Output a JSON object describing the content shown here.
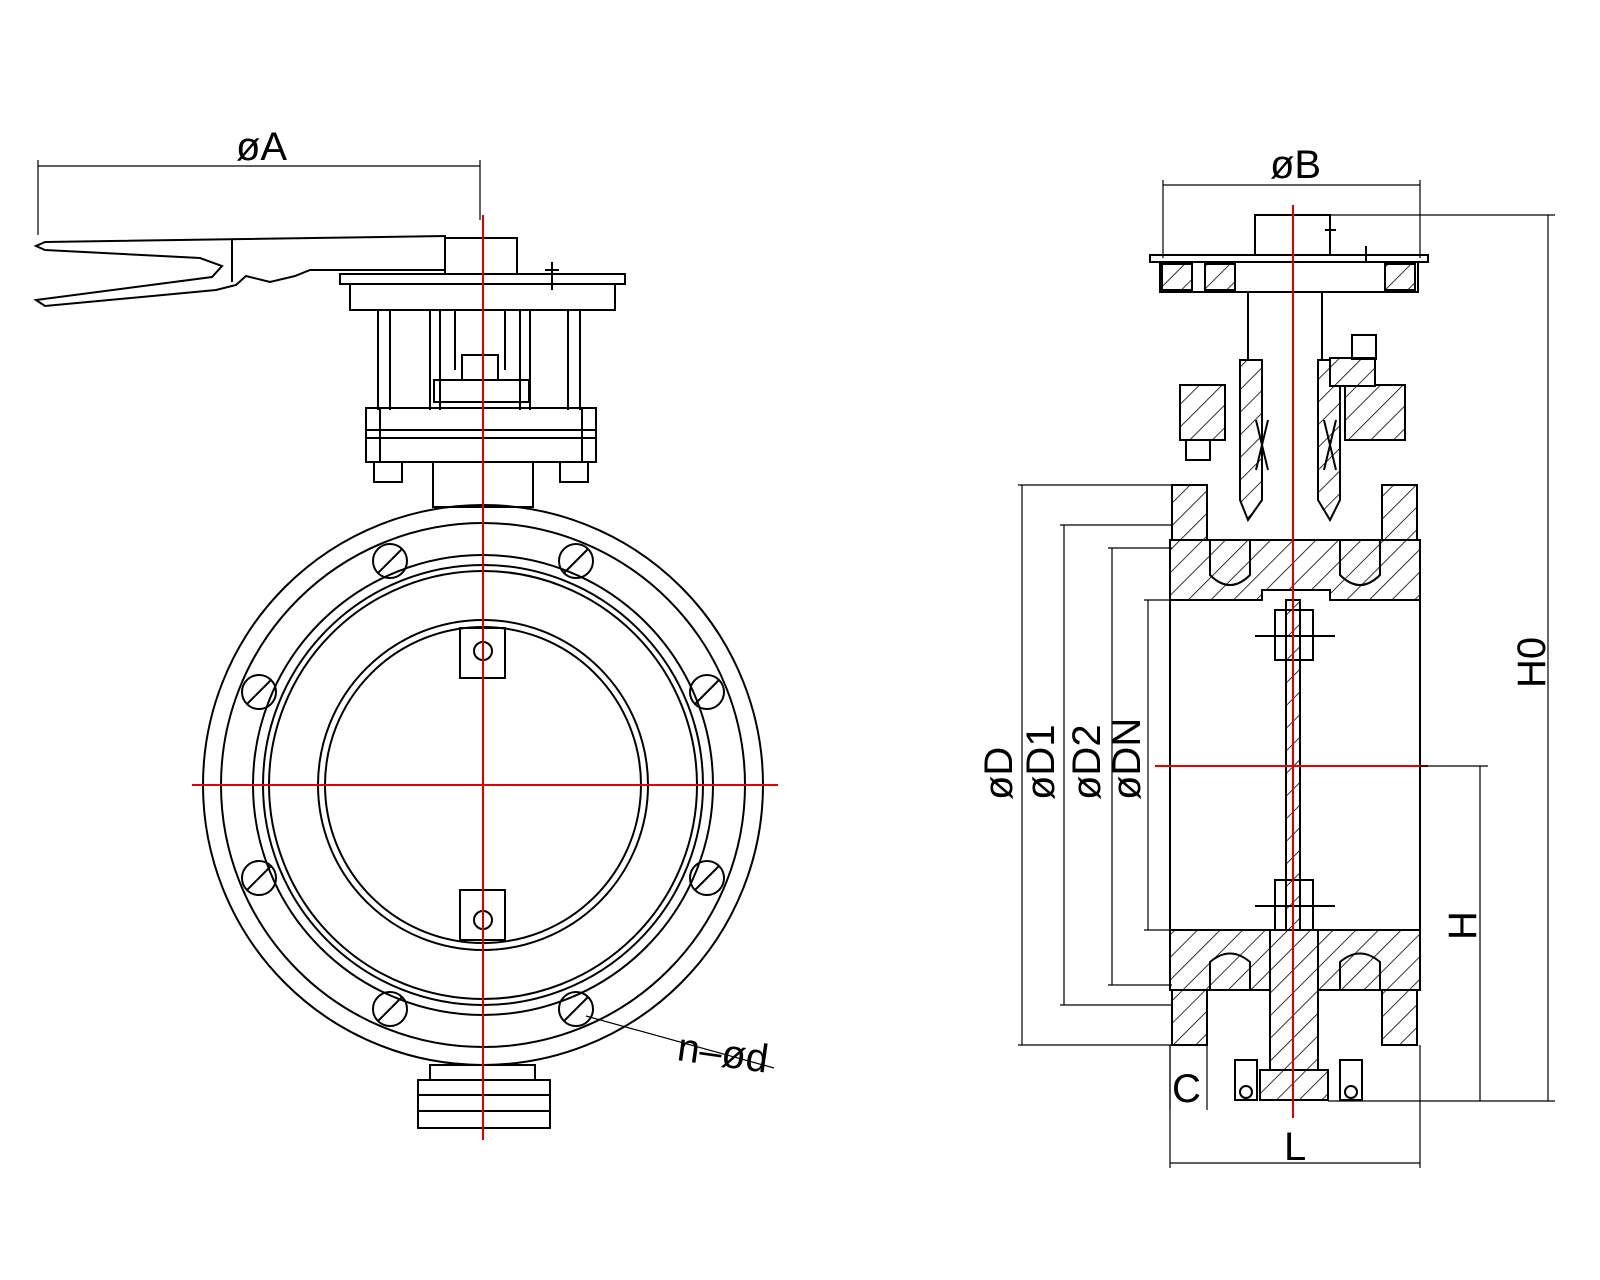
{
  "front_view": {
    "label_A": "øA",
    "label_nd": "n–ød"
  },
  "side_view": {
    "label_B": "øB",
    "label_H0": "H0",
    "label_H": "H",
    "label_D": "øD",
    "label_D1": "øD1",
    "label_D2": "øD2",
    "label_DN": "øDN",
    "label_C": "C",
    "label_L": "L"
  },
  "colors": {
    "outline": "#000000",
    "centerline": "#e00000",
    "background": "#ffffff"
  }
}
